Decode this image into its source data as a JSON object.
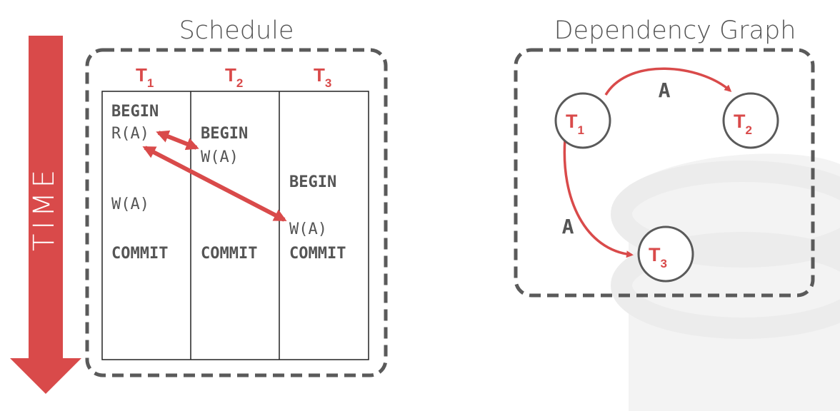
{
  "colors": {
    "accent": "#d94a4a",
    "text": "#555555",
    "dashed_border": "#5a5a5a",
    "grid_line": "#222222",
    "watermark": "#efefef"
  },
  "time_arrow": {
    "label": "TIME"
  },
  "schedule": {
    "title": "Schedule",
    "transactions": [
      {
        "name": "T",
        "sub": "1"
      },
      {
        "name": "T",
        "sub": "2"
      },
      {
        "name": "T",
        "sub": "3"
      }
    ],
    "t1": {
      "begin": "BEGIN",
      "read": "R(A)",
      "write": "W(A)",
      "commit": "COMMIT"
    },
    "t2": {
      "begin": "BEGIN",
      "write": "W(A)",
      "commit": "COMMIT"
    },
    "t3": {
      "begin": "BEGIN",
      "write": "W(A)",
      "commit": "COMMIT"
    }
  },
  "graph": {
    "title": "Dependency Graph",
    "nodes": [
      {
        "name": "T",
        "sub": "1"
      },
      {
        "name": "T",
        "sub": "2"
      },
      {
        "name": "T",
        "sub": "3"
      }
    ],
    "edges": [
      {
        "from": "T1",
        "to": "T2",
        "label": "A"
      },
      {
        "from": "T1",
        "to": "T3",
        "label": "A"
      }
    ]
  }
}
